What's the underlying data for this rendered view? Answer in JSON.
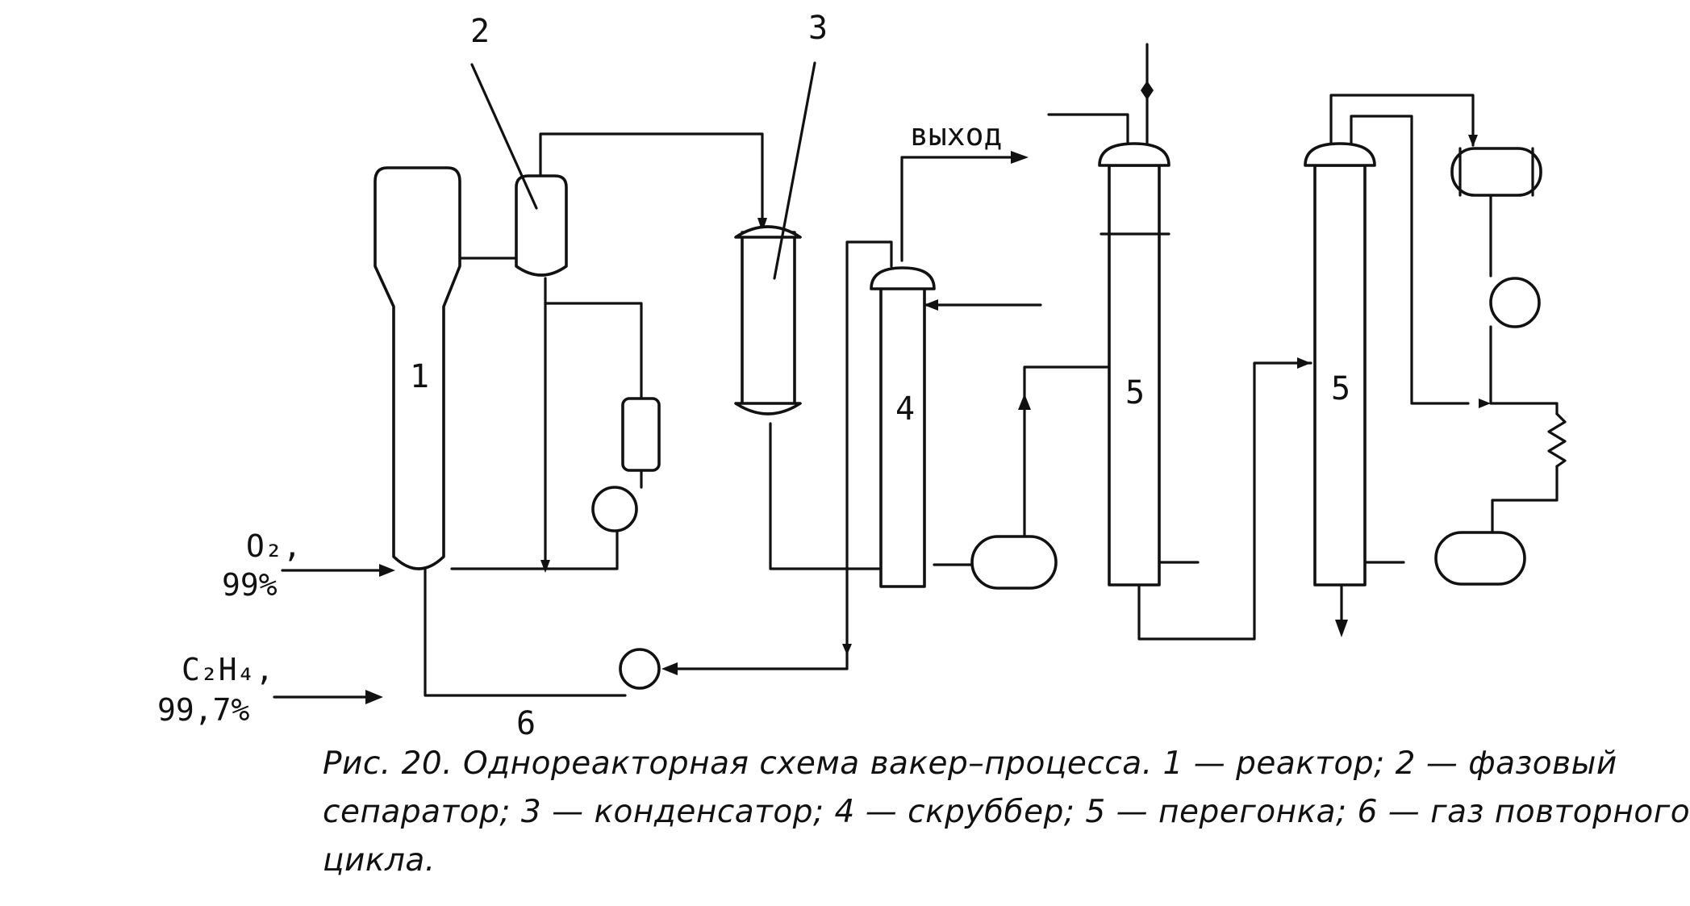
{
  "labels": {
    "reactor": "1",
    "separator": "2",
    "condenser": "3",
    "scrubber": "4",
    "distillation_1": "5",
    "distillation_2": "5",
    "recycle_gas": "6"
  },
  "streams": {
    "outlet": "выход",
    "oxygen_formula": "O₂,",
    "oxygen_purity": "99%",
    "ethylene_formula": "C₂H₄,",
    "ethylene_purity": "99,7%"
  },
  "caption": {
    "line1": "Рис. 20. Однореакторная схема вакер–процесса. 1 — реактор; 2 — фазовый",
    "line2": "сепаратор; 3 — конденсатор; 4 — скруббер; 5 — перегонка; 6 — газ повторного",
    "line3": "цикла."
  }
}
